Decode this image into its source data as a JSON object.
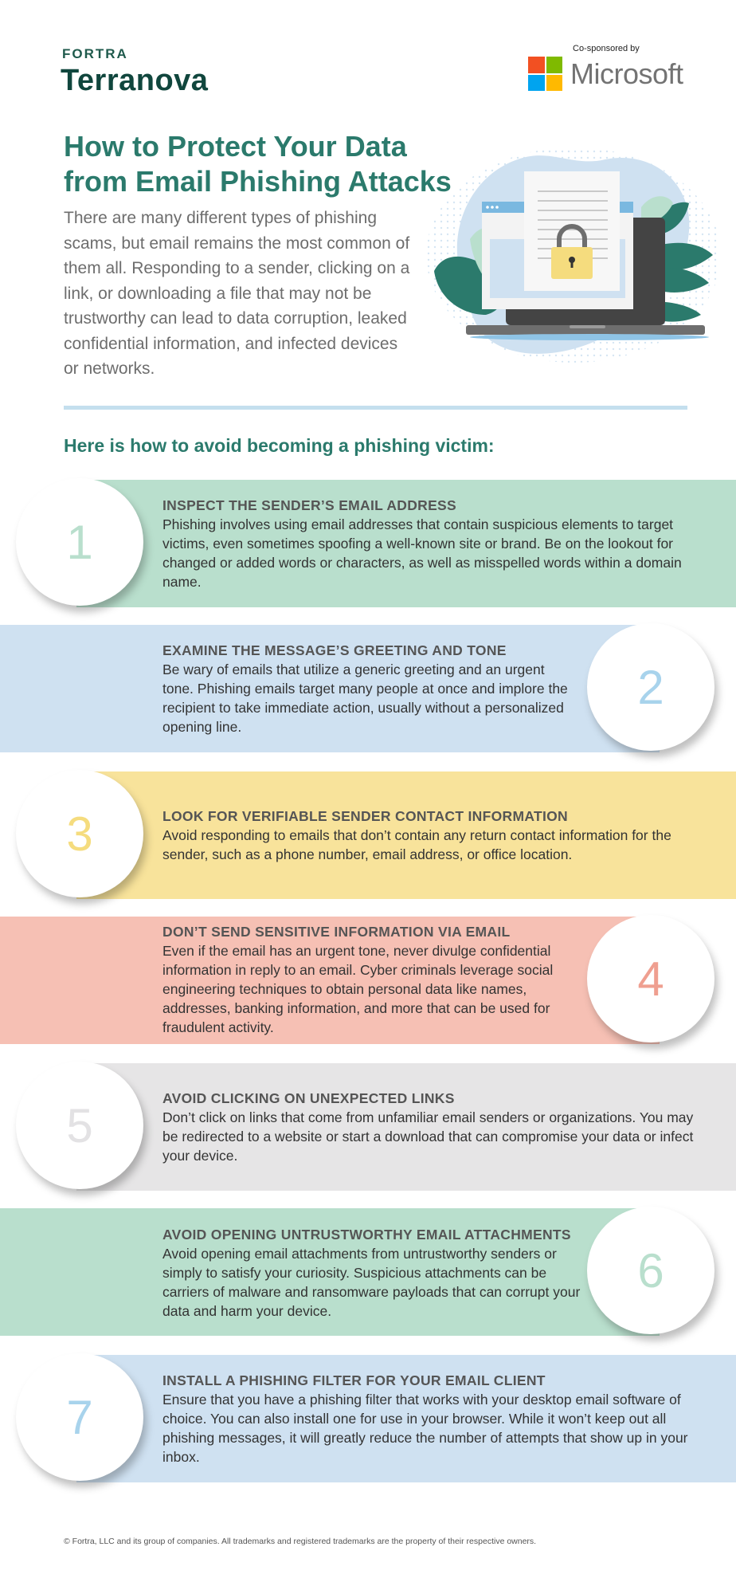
{
  "header": {
    "brand_top": "FORTRA",
    "brand_main": "Terranova",
    "cosponsor_label": "Co-sponsored by",
    "cosponsor_name": "Microsoft",
    "ms_colors": [
      "#f25022",
      "#7fba00",
      "#00a4ef",
      "#ffb900"
    ]
  },
  "hero": {
    "title_line1": "How to Protect Your Data",
    "title_line2": "from Email Phishing Attacks",
    "intro": "There are many different types of phishing scams, but email remains the most common of them all. Responding to a sender, clicking on a link, or downloading a file that may not be trustworthy can lead to data corruption, leaked confidential information, and infected devices or networks.",
    "illustration": "laptop-with-locked-document-icon"
  },
  "section": {
    "heading": "Here is how to avoid becoming a phishing victim:"
  },
  "tips": [
    {
      "number": "1",
      "title": "INSPECT THE SENDER’S EMAIL ADDRESS",
      "body": "Phishing involves using email addresses that contain suspicious elements to target victims, even sometimes spoofing a well-known site or brand. Be on the lookout for changed or added words or characters, as well as misspelled words within a domain name.",
      "band_color": "#b9dfcd",
      "number_color": "#b9dfcd",
      "side": "left"
    },
    {
      "number": "2",
      "title": "EXAMINE THE MESSAGE’S GREETING AND TONE",
      "body": "Be wary of emails that utilize a generic greeting and an urgent tone. Phishing emails target many people at once and implore the recipient to take immediate action, usually without a personalized opening line.",
      "band_color": "#cfe1f1",
      "number_color": "#a8d3ec",
      "side": "right"
    },
    {
      "number": "3",
      "title": "LOOK FOR VERIFIABLE SENDER CONTACT INFORMATION",
      "body": "Avoid responding to emails that don’t contain any return contact information for the sender, such as a phone number, email address, or office location.",
      "band_color": "#f8e39b",
      "number_color": "#f5dc7e",
      "side": "left"
    },
    {
      "number": "4",
      "title": "DON’T SEND SENSITIVE INFORMATION VIA EMAIL",
      "body": "Even if the email has an urgent tone, never divulge confidential information in reply to an email. Cyber criminals leverage social engineering techniques to obtain personal data like names, addresses, banking information, and more that can be used for fraudulent activity.",
      "band_color": "#f6c0b4",
      "number_color": "#ef9f90",
      "side": "right"
    },
    {
      "number": "5",
      "title": "AVOID CLICKING ON UNEXPECTED LINKS",
      "body": "Don’t click on links that come from unfamiliar email senders or organizations. You may be redirected to a website or start a download that can compromise your data or infect your device.",
      "band_color": "#e6e5e6",
      "number_color": "#e3e2e4",
      "side": "left"
    },
    {
      "number": "6",
      "title": "AVOID OPENING UNTRUSTWORTHY EMAIL ATTACHMENTS",
      "body": "Avoid opening email attachments from untrustworthy senders or simply to satisfy your curiosity. Suspicious attachments can be carriers of malware and ransomware payloads that can corrupt your data and harm your device.",
      "band_color": "#b9dfcd",
      "number_color": "#b9dfcd",
      "side": "right"
    },
    {
      "number": "7",
      "title": "INSTALL A PHISHING FILTER FOR YOUR EMAIL CLIENT",
      "body": "Ensure that you have a phishing filter that works with your desktop email software of choice. You can also install one for use in your browser. While it won’t keep out all phishing messages, it will greatly reduce the number of attempts that show up in your inbox.",
      "band_color": "#cfe1f1",
      "number_color": "#a8d3ec",
      "side": "left"
    }
  ],
  "footer": {
    "copyright": "© Fortra, LLC and its group of companies. All trademarks and registered trademarks are the property of their respective owners."
  }
}
